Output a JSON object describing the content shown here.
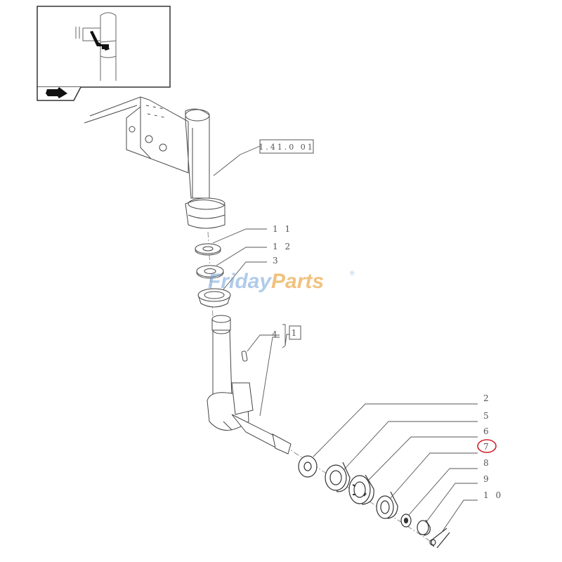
{
  "reference_label": "1.41.0 01",
  "group_label": "1",
  "callouts": [
    {
      "id": "11",
      "label": "1 1"
    },
    {
      "id": "12",
      "label": "1 2"
    },
    {
      "id": "3",
      "label": "3"
    },
    {
      "id": "4",
      "label": "4"
    },
    {
      "id": "2",
      "label": "2"
    },
    {
      "id": "5",
      "label": "5"
    },
    {
      "id": "6",
      "label": "6"
    },
    {
      "id": "7",
      "label": "7",
      "highlighted": true
    },
    {
      "id": "8",
      "label": "8"
    },
    {
      "id": "9",
      "label": "9"
    },
    {
      "id": "10",
      "label": "1 0"
    }
  ],
  "watermark": {
    "part1": "Friday",
    "part2": "Parts",
    "reg": "®"
  },
  "colors": {
    "line": "#4a4a4a",
    "callout_text": "#555555",
    "highlight": "#d0202a",
    "watermark_blue": "#6fa0d8",
    "watermark_orange": "#e9a23b"
  },
  "icons": {
    "nav": "hand-pointer-icon"
  }
}
